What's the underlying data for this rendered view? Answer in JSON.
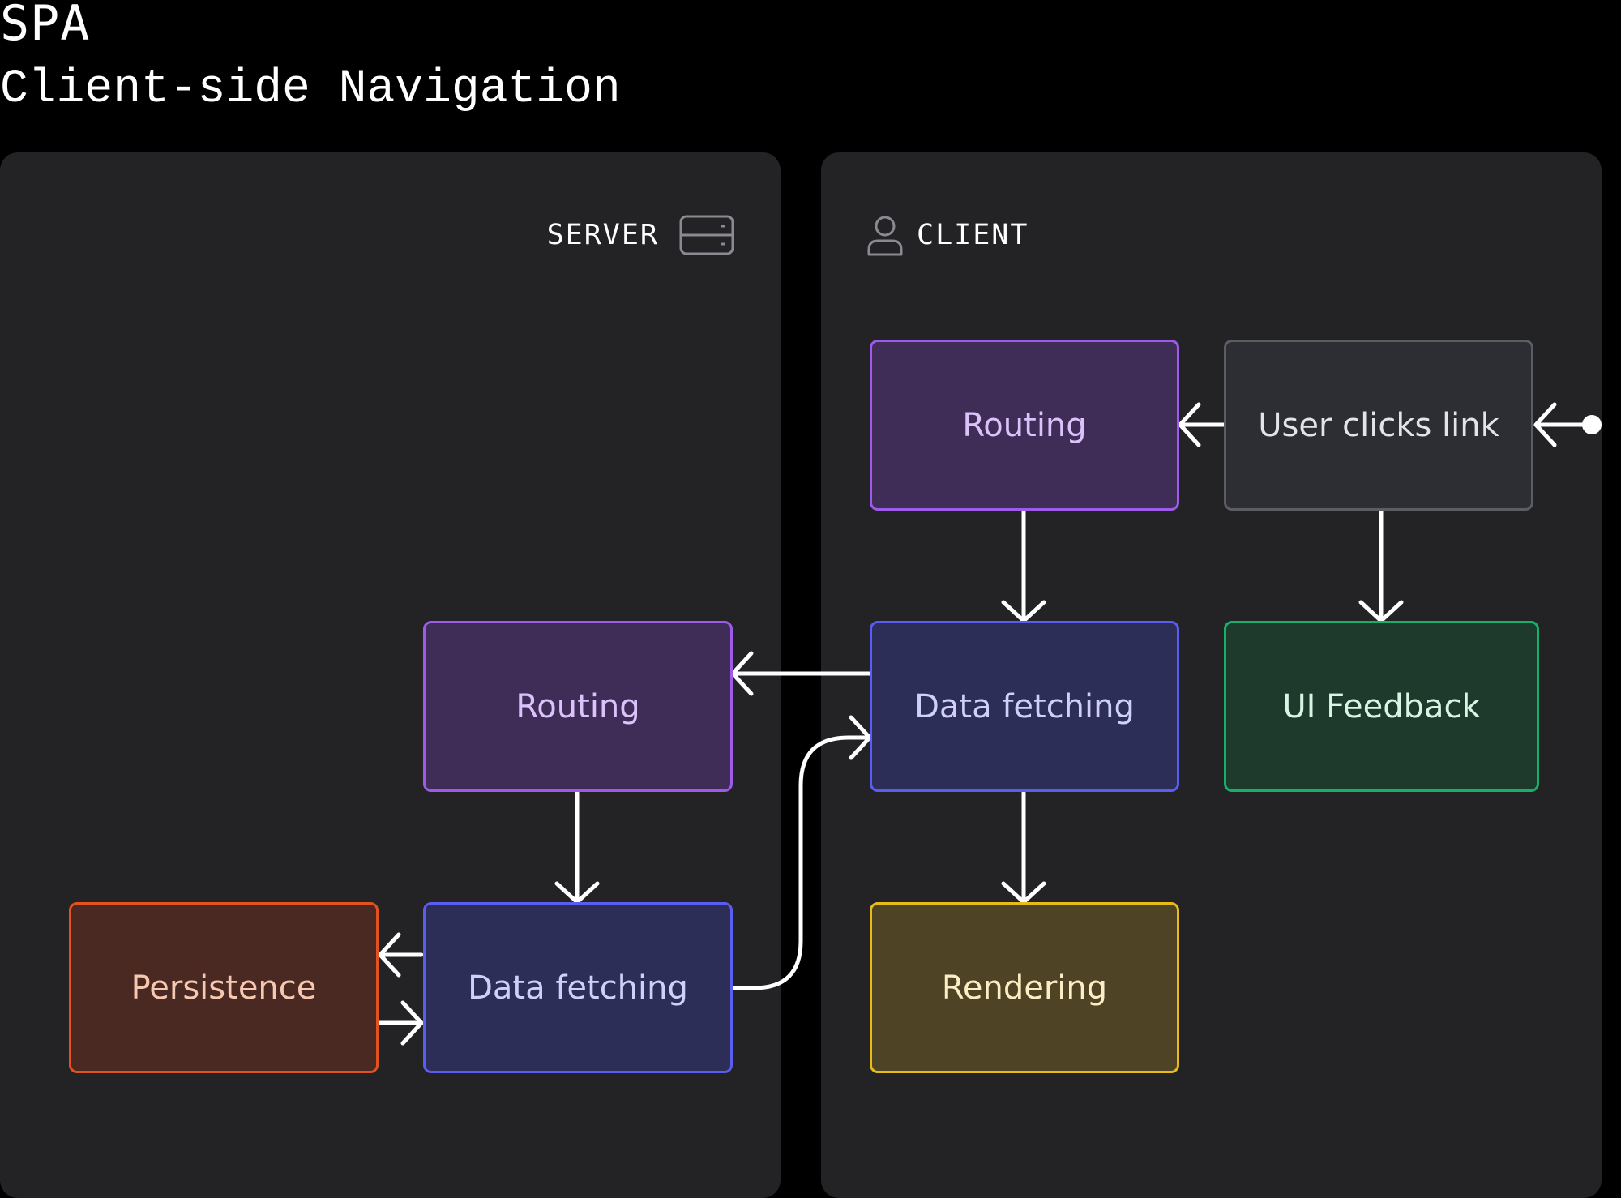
{
  "title": "SPA",
  "subtitle": "Client-side Navigation",
  "panels": {
    "server": {
      "label": "SERVER",
      "icon": "server-icon"
    },
    "client": {
      "label": "CLIENT",
      "icon": "user-icon"
    }
  },
  "nodes": {
    "client_routing": "Routing",
    "user_clicks_link": "User clicks link",
    "client_data_fetching": "Data fetching",
    "ui_feedback": "UI Feedback",
    "rendering": "Rendering",
    "server_routing": "Routing",
    "server_data_fetching": "Data fetching",
    "persistence": "Persistence"
  },
  "edges": [
    {
      "from": "start",
      "to": "user_clicks_link"
    },
    {
      "from": "user_clicks_link",
      "to": "client_routing"
    },
    {
      "from": "user_clicks_link",
      "to": "ui_feedback"
    },
    {
      "from": "client_routing",
      "to": "client_data_fetching"
    },
    {
      "from": "client_data_fetching",
      "to": "server_routing"
    },
    {
      "from": "client_data_fetching",
      "to": "rendering"
    },
    {
      "from": "server_routing",
      "to": "server_data_fetching"
    },
    {
      "from": "server_data_fetching",
      "to": "persistence"
    },
    {
      "from": "persistence",
      "to": "server_data_fetching"
    },
    {
      "from": "server_data_fetching",
      "to": "client_data_fetching"
    }
  ],
  "colors": {
    "background": "#000000",
    "panel": "#232326",
    "arrow": "#ffffff",
    "routing_border": "#9e5bea",
    "data_fetching_border": "#5b5cf0",
    "persistence_border": "#e2521f",
    "ui_feedback_border": "#17b06a",
    "rendering_border": "#e6bb1a",
    "user_clicks_border": "#5c5d63"
  }
}
